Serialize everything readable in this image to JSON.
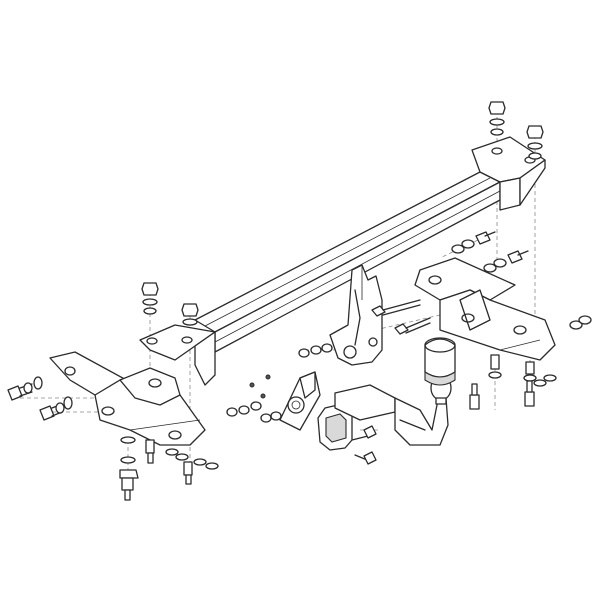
{
  "diagram": {
    "colors": {
      "line": "#2b2b2b",
      "guide": "#8a8a8a",
      "fill": "#ffffff",
      "shade": "#d9d9d9"
    },
    "parts": [
      "crossbar-beam",
      "right-end-mount",
      "left-end-mount",
      "center-bracket",
      "tow-ball-neck",
      "ball-cover",
      "socket-plate",
      "electrical-socket",
      "left-side-bracket",
      "right-side-bracket",
      "bolts-nuts-washers"
    ]
  }
}
